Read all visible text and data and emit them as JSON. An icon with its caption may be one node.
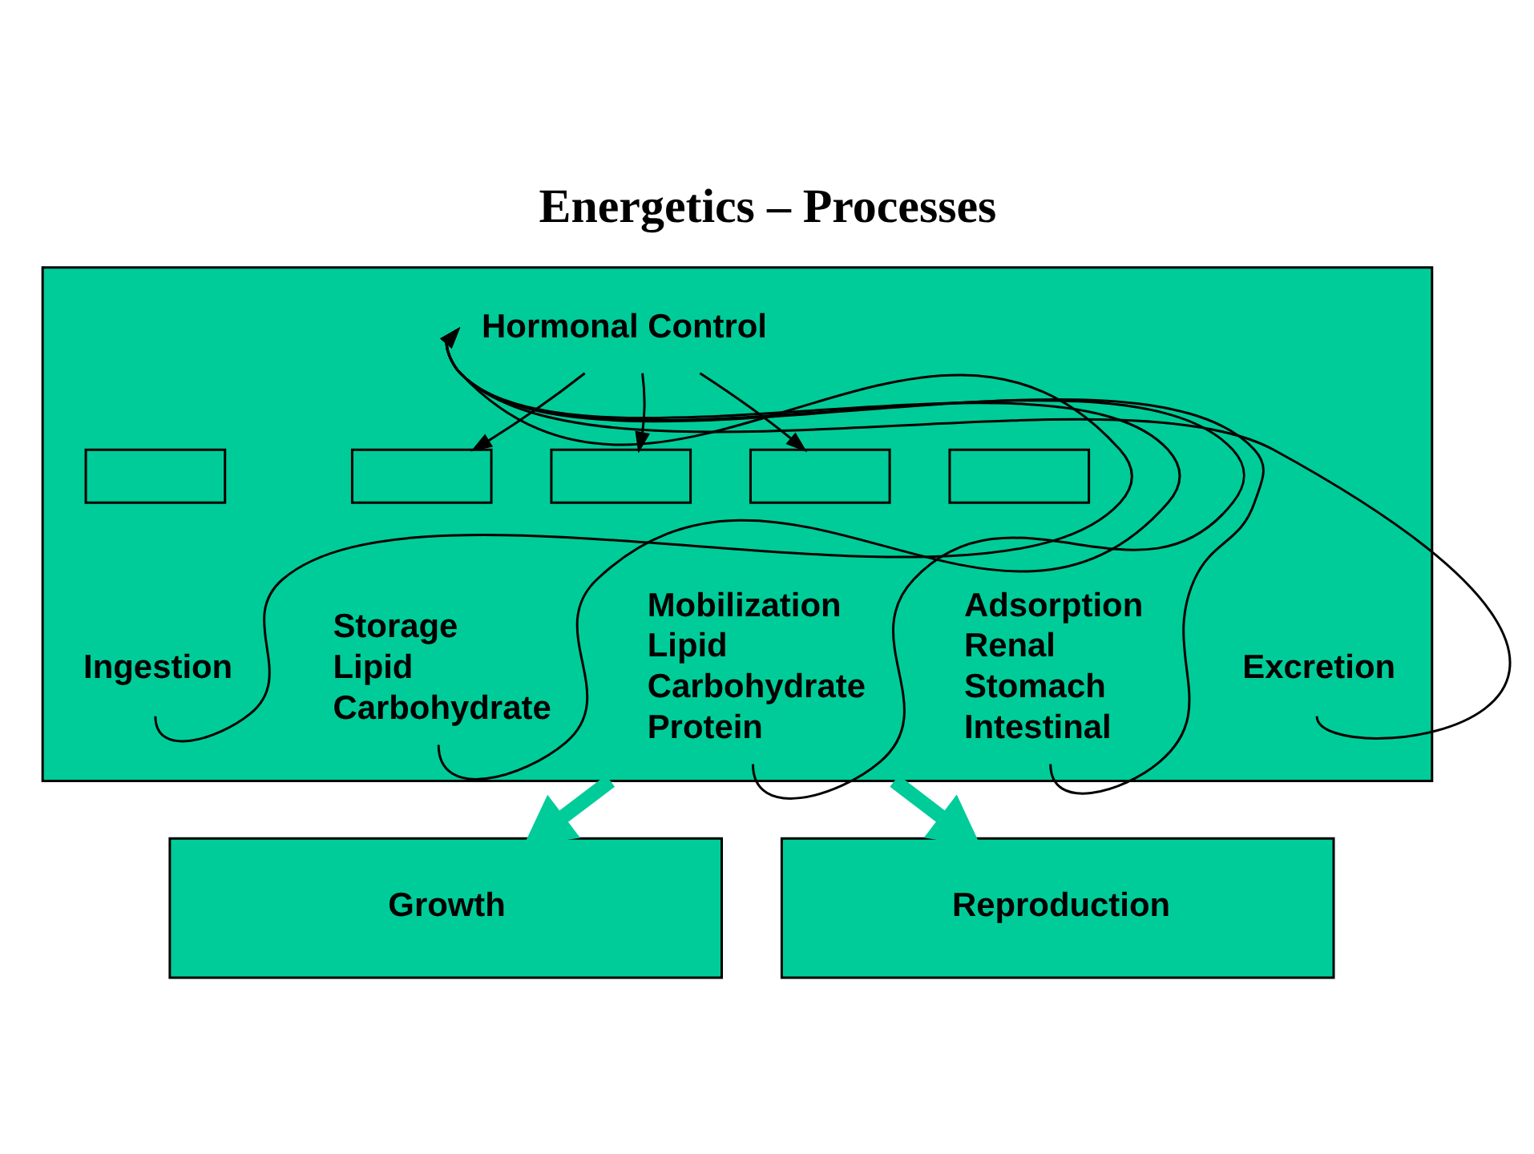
{
  "diagram": {
    "title": "Energetics – Processes",
    "nodes": [
      {
        "text": [],
        "shape": "box"
      },
      {
        "text": [
          "Hormonal Control"
        ],
        "in": 0
      },
      {
        "text": [],
        "shape": "box",
        "in": 0
      },
      {
        "text": [],
        "shape": "box",
        "in": 0
      },
      {
        "text": [],
        "shape": "box",
        "in": 0
      },
      {
        "text": [],
        "shape": "box",
        "in": 0
      },
      {
        "text": [],
        "shape": "box",
        "in": 0
      },
      {
        "text": [
          "Ingestion"
        ],
        "in": 0
      },
      {
        "text": [
          "Storage",
          "Lipid",
          "Carbohydrate"
        ],
        "in": 0
      },
      {
        "text": [
          "Mobilization",
          "Lipid",
          "Carbohydrate",
          "Protein"
        ],
        "in": 0
      },
      {
        "text": [
          "Adsorption",
          "Renal",
          "Stomach",
          "Intestinal"
        ],
        "in": 0
      },
      {
        "text": [
          "Excretion"
        ],
        "in": 0
      },
      {
        "text": [
          "Growth"
        ]
      },
      {
        "text": [
          "Reproduction"
        ]
      }
    ],
    "edges": [
      {
        "from": 1,
        "to": 3,
        "arrow": "to"
      },
      {
        "from": 1,
        "to": 4,
        "arrow": "to"
      },
      {
        "from": 1,
        "to": 5,
        "arrow": "to"
      },
      {
        "from": 7,
        "to": 1,
        "arrow": "to"
      },
      {
        "from": 8,
        "to": 1,
        "arrow": "to"
      },
      {
        "from": 9,
        "to": 1,
        "arrow": "to"
      },
      {
        "from": 10,
        "to": 1,
        "arrow": "to"
      },
      {
        "from": 11,
        "to": 1,
        "arrow": "to"
      },
      {
        "from": 0,
        "to": 12,
        "arrow": "to",
        "style": "thick",
        "color": "#00cc99"
      },
      {
        "from": 0,
        "to": 13,
        "arrow": "to",
        "style": "thick",
        "color": "#00cc99"
      }
    ]
  }
}
